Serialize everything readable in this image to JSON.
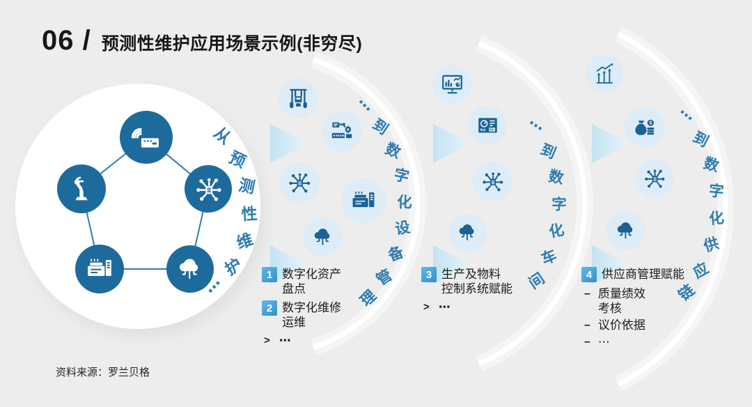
{
  "title": {
    "number": "06 /",
    "text": "预测性维护应用场景示例(非穷尽)"
  },
  "source": "资料来源：罗兰贝格",
  "colors": {
    "background": "#ededed",
    "node_blue": "#1d6b9c",
    "icon_blue": "#1a6292",
    "chip_bg": "#ddecf6",
    "arc_text_blue": "#2e7cb0",
    "badge_blue": "#3ba0d4",
    "arrow_blue": "#c3e3f1"
  },
  "hub": {
    "arc_label": "从预测性维护⋯",
    "icons": [
      "wifi-router",
      "robot-arm",
      "network-chip",
      "printer-copier",
      "cloud-network"
    ]
  },
  "stages": [
    {
      "arc_label": "⋯到数字化设备管理",
      "icons": [
        "forklift",
        "production-machine",
        "network-chip",
        "printer-copier",
        "cloud-network"
      ],
      "items": [
        {
          "num": "1",
          "lines": [
            "数字化资产",
            "盘点"
          ]
        },
        {
          "num": "2",
          "lines": [
            "数字化维修",
            "运维"
          ]
        }
      ],
      "more_marker": ">",
      "more": "⋯"
    },
    {
      "arc_label": "⋯到数字化车间",
      "icons": [
        "monitor-chart",
        "dashboard-screen",
        "network-chip",
        "cloud-network"
      ],
      "items": [
        {
          "num": "3",
          "lines": [
            "生产及物料",
            "控制系统赋能"
          ]
        }
      ],
      "more_marker": ">",
      "more": "⋯"
    },
    {
      "arc_label": "⋯到数字化供应链",
      "icons": [
        "growth-chart",
        "money-bag",
        "network-chip",
        "cloud-network"
      ],
      "items": [
        {
          "num": "4",
          "lines": [
            "供应商管理赋能"
          ],
          "bullets": [
            [
              "质量绩效",
              "考核"
            ],
            [
              "议价依据"
            ],
            [
              "⋯"
            ]
          ]
        }
      ]
    }
  ]
}
